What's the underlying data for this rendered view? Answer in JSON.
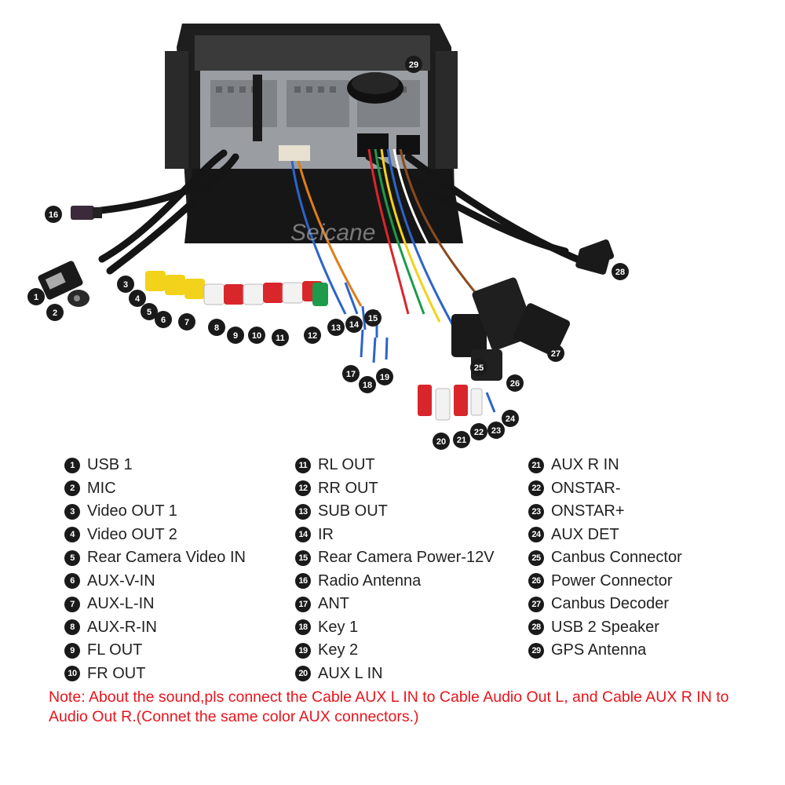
{
  "photo": {
    "watermark": "Seicane",
    "callouts": [
      "29",
      "16",
      "1",
      "2",
      "3",
      "4",
      "5",
      "6",
      "7",
      "8",
      "9",
      "10",
      "11",
      "12",
      "13",
      "14",
      "15",
      "17",
      "18",
      "19",
      "20",
      "21",
      "22",
      "23",
      "24",
      "25",
      "26",
      "27",
      "28"
    ]
  },
  "legend": {
    "col1": [
      {
        "num": "1",
        "label": "USB 1"
      },
      {
        "num": "2",
        "label": "MIC"
      },
      {
        "num": "3",
        "label": "Video OUT 1"
      },
      {
        "num": "4",
        "label": "Video OUT 2"
      },
      {
        "num": "5",
        "label": "Rear Camera Video IN"
      },
      {
        "num": "6",
        "label": "AUX-V-IN"
      },
      {
        "num": "7",
        "label": "AUX-L-IN"
      },
      {
        "num": "8",
        "label": "AUX-R-IN"
      },
      {
        "num": "9",
        "label": "FL OUT"
      },
      {
        "num": "10",
        "label": "FR OUT"
      }
    ],
    "col2": [
      {
        "num": "11",
        "label": "RL OUT"
      },
      {
        "num": "12",
        "label": "RR OUT"
      },
      {
        "num": "13",
        "label": "SUB OUT"
      },
      {
        "num": "14",
        "label": "IR"
      },
      {
        "num": "15",
        "label": "Rear Camera Power-12V"
      },
      {
        "num": "16",
        "label": "Radio Antenna"
      },
      {
        "num": "17",
        "label": "ANT"
      },
      {
        "num": "18",
        "label": "Key 1"
      },
      {
        "num": "19",
        "label": "Key 2"
      },
      {
        "num": "20",
        "label": "AUX L IN"
      }
    ],
    "col3": [
      {
        "num": "21",
        "label": "AUX R IN"
      },
      {
        "num": "22",
        "label": "ONSTAR-"
      },
      {
        "num": "23",
        "label": "ONSTAR+"
      },
      {
        "num": "24",
        "label": "AUX DET"
      },
      {
        "num": "25",
        "label": "Canbus Connector"
      },
      {
        "num": "26",
        "label": "Power Connector"
      },
      {
        "num": "27",
        "label": "Canbus Decoder"
      },
      {
        "num": "28",
        "label": "USB 2 Speaker"
      },
      {
        "num": "29",
        "label": "GPS Antenna"
      }
    ]
  },
  "note": "Note: About the sound,pls connect the Cable AUX L IN to Cable Audio Out L, and Cable AUX R IN to  Audio Out R.(Connet the same color AUX connectors.)",
  "colors": {
    "badge": "#1a1a1a",
    "note": "#e8141c",
    "rca_yellow": "#f2d21a",
    "rca_red": "#d9262b",
    "rca_white": "#f2f2f2",
    "rca_green": "#1d9b4a"
  }
}
